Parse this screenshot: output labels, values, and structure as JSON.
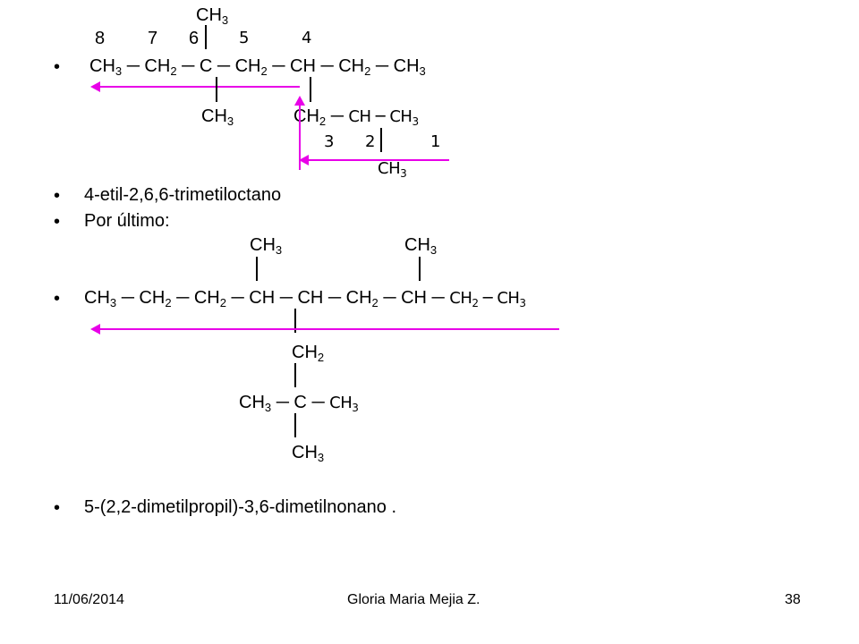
{
  "structure1": {
    "top_methyl": "CH",
    "numbers": [
      "8",
      "7",
      "6",
      "5",
      "4"
    ],
    "chain": [
      "CH",
      "CH",
      "C",
      "CH",
      "CH",
      "CH",
      "CH"
    ],
    "branch_c3_methyl": "CH",
    "branch_ethyl": [
      "CH",
      "CH",
      "CH"
    ],
    "branch_numbers": [
      "3",
      "2",
      "1"
    ],
    "bottom_methyl": "CH"
  },
  "name1": "4-etil-2,6,6-trimetiloctano",
  "intro2": "Por último:",
  "structure2": {
    "top_methyls": [
      "CH",
      "CH"
    ],
    "chain": [
      "CH",
      "CH",
      "CH",
      "CH",
      "CH",
      "CH",
      "CH",
      "CH",
      "CH"
    ],
    "branch_ch2": "CH",
    "quaternary": [
      "CH",
      "C",
      "CH"
    ],
    "bottom_methyl": "CH"
  },
  "name2": "5-(2,2-dimetilpropil)-3,6-dimetilnonano .",
  "subscripts": {
    "two": "2",
    "three": "3"
  },
  "bullet_symbol": "•",
  "bond_symbol": "─",
  "footer": {
    "date": "11/06/2014",
    "author": "Gloria Maria Mejia Z.",
    "page": "38"
  },
  "colors": {
    "arrow": "#e800e8",
    "text": "#000000",
    "background": "#ffffff"
  }
}
